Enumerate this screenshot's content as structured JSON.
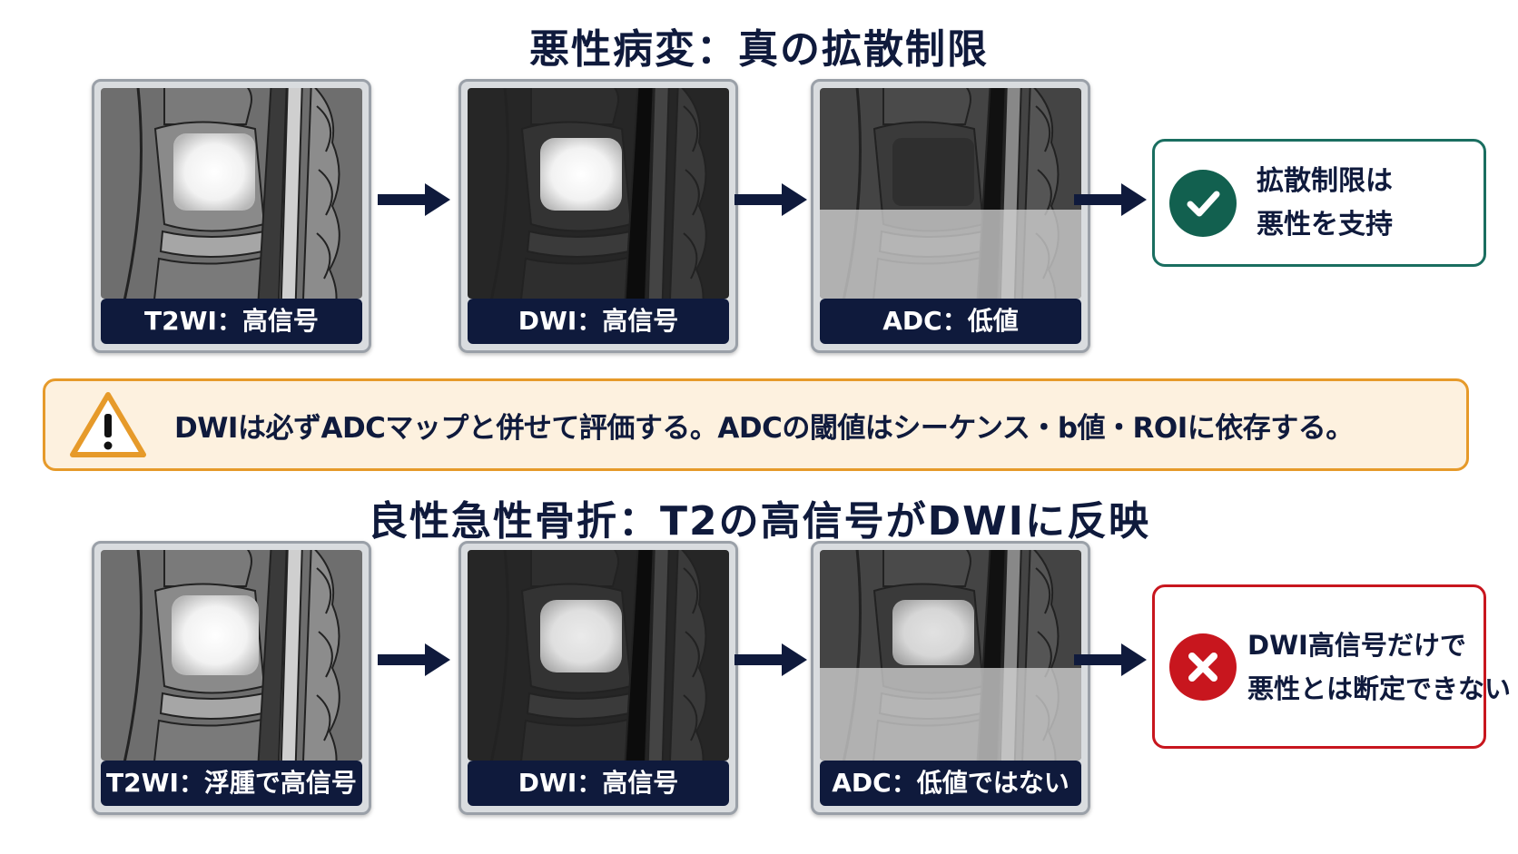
{
  "top_section": {
    "title": "悪性病変：真の拡散制限",
    "panels": [
      {
        "label": "T2WI：高信号"
      },
      {
        "label": "DWI：高信号"
      },
      {
        "label": "ADC：低値"
      }
    ],
    "result": {
      "icon": "check-icon",
      "line1": "拡散制限は",
      "line2": "悪性を支持",
      "color": "#1a6e60"
    }
  },
  "warning": {
    "icon": "warning-icon",
    "text": "DWIは必ずADCマップと併せて評価する。ADCの閾値はシーケンス・b値・ROIに依存する。",
    "color": "#e69a2a"
  },
  "bottom_section": {
    "title": "良性急性骨折：T2の高信号がDWIに反映",
    "panels": [
      {
        "label": "T2WI：浮腫で高信号"
      },
      {
        "label": "DWI：高信号"
      },
      {
        "label": "ADC：低値ではない"
      }
    ],
    "result": {
      "icon": "x-icon",
      "line1": "DWI高信号だけで",
      "line2": "悪性とは断定できない",
      "color": "#c8161e"
    }
  },
  "colors": {
    "navy": "#0f1a3c",
    "green": "#1a6e60",
    "red": "#c8161e",
    "orange": "#e69a2a"
  }
}
